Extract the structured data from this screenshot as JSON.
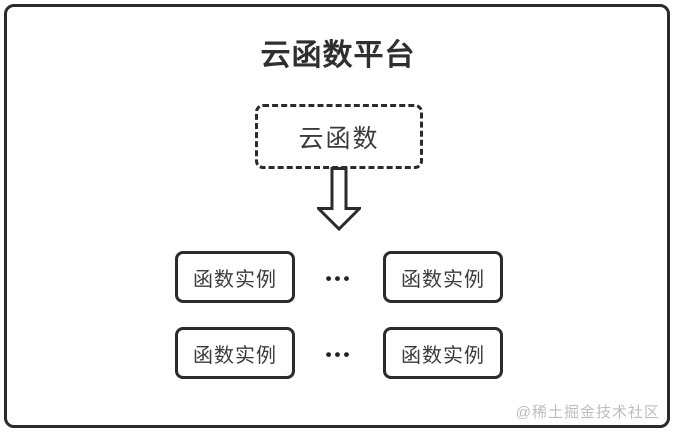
{
  "diagram": {
    "title": "云函数平台",
    "root_node_label": "云函数",
    "instances": [
      "函数实例",
      "函数实例",
      "函数实例",
      "函数实例"
    ],
    "ellipsis": "•••",
    "watermark": "@稀土掘金技术社区",
    "colors": {
      "border": "#2b2b2b",
      "title_text": "#2f2f2f",
      "node_text": "#3b3b3b",
      "watermark_text": "#bdbdbd",
      "background": "#ffffff"
    }
  }
}
